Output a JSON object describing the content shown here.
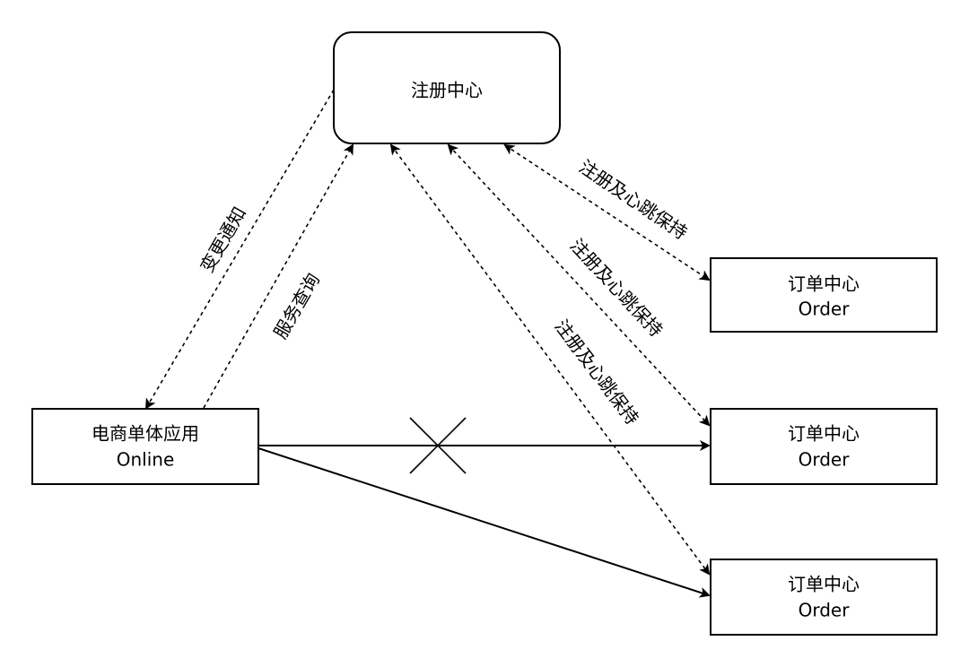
{
  "nodes": {
    "registry": {
      "line1": "注册中心"
    },
    "online": {
      "line1": "电商单体应用",
      "line2": "Online"
    },
    "order_top": {
      "line1": "订单中心",
      "line2": "Order"
    },
    "order_middle": {
      "line1": "订单中心",
      "line2": "Order"
    },
    "order_bottom": {
      "line1": "订单中心",
      "line2": "Order"
    }
  },
  "edges": {
    "change_notify": {
      "label": "变更通知"
    },
    "service_query": {
      "label": "服务查询"
    },
    "register_heartbeat_top": {
      "label": "注册及心跳保持"
    },
    "register_heartbeat_middle": {
      "label": "注册及心跳保持"
    },
    "register_heartbeat_bottom": {
      "label": "注册及心跳保持"
    },
    "direct_call_blocked": {
      "label": ""
    },
    "direct_call_bottom": {
      "label": ""
    }
  },
  "colors": {
    "stroke": "#000000",
    "fill": "#ffffff",
    "text": "#000000"
  }
}
